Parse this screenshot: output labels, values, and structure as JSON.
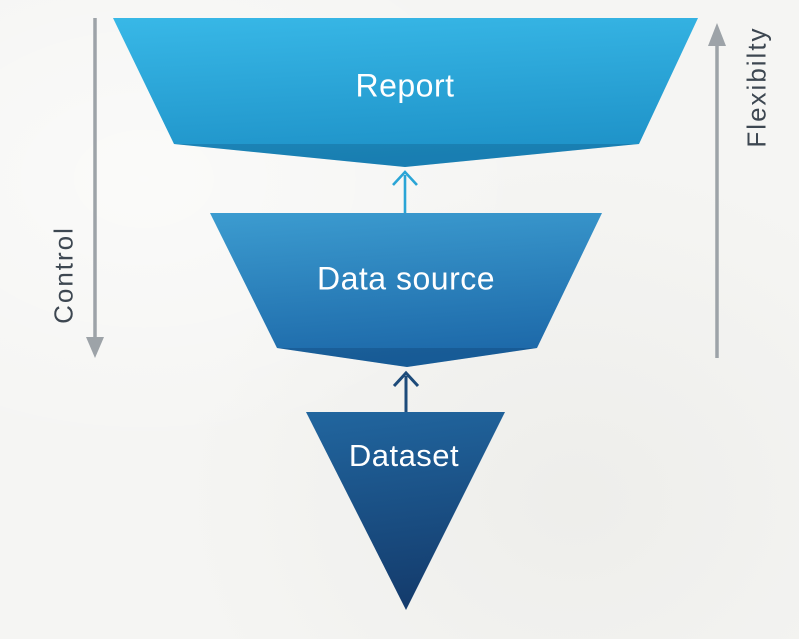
{
  "diagram": {
    "type": "inverted-funnel",
    "background": "#f5f5f3",
    "label_text_color": "#ffffff",
    "levels": [
      {
        "label": "Report",
        "gradient_top": "#38b8e7",
        "gradient_bottom": "#1e92c8"
      },
      {
        "label": "Data source",
        "gradient_top": "#3c9cd0",
        "gradient_bottom": "#1d69a9"
      },
      {
        "label": "Dataset",
        "gradient_top": "#21669f",
        "gradient_bottom": "#143c6d"
      }
    ],
    "connector_arrows": [
      {
        "name": "datasource-to-report",
        "direction": "up",
        "color": "#2aa5d6"
      },
      {
        "name": "dataset-to-datasource",
        "direction": "up",
        "color": "#1d4b7a"
      }
    ],
    "axes": {
      "left": {
        "label": "Control",
        "arrow_direction": "down",
        "color": "#9da3a8",
        "text_color": "#3d4751"
      },
      "right": {
        "label": "Flexibilty",
        "arrow_direction": "up",
        "color": "#9da3a8",
        "text_color": "#3d4751"
      }
    }
  }
}
